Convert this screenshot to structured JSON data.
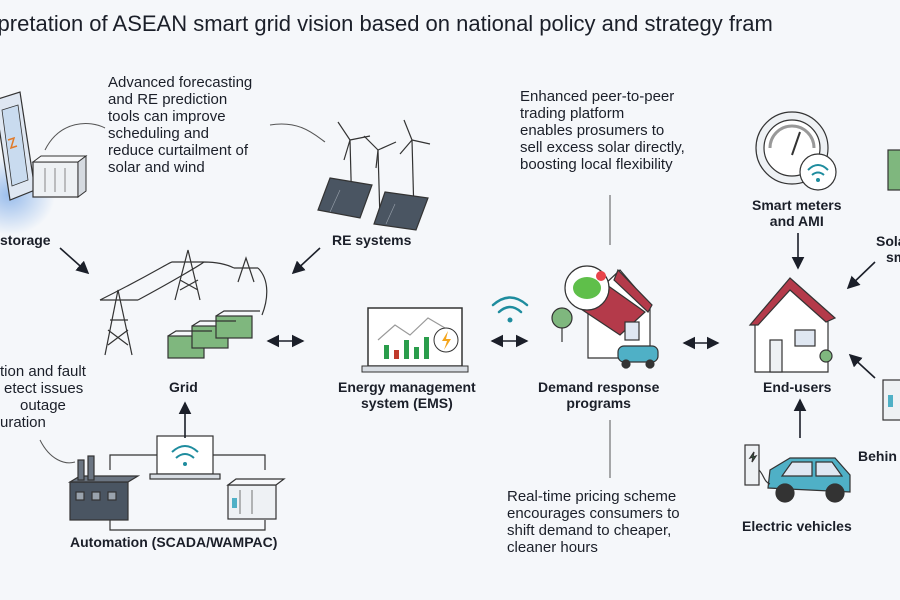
{
  "title": "erpretation of ASEAN smart grid vision based on national policy and strategy fram",
  "notes": {
    "forecasting": [
      "Advanced forecasting",
      "and RE prediction",
      "tools can improve",
      "scheduling and",
      "reduce curtailment of",
      "solar and wind"
    ],
    "p2p": [
      "Enhanced peer-to-peer",
      "trading platform",
      "enables prosumers to",
      "sell excess solar directly,",
      "boosting local flexibility"
    ],
    "pricing": [
      "Real-time pricing scheme",
      "encourages consumers to",
      "shift demand to cheaper,",
      "cleaner hours"
    ],
    "fault": [
      "tion and fault",
      "etect issues",
      "outage",
      "uration"
    ]
  },
  "labels": {
    "storage": "storage",
    "re_systems": "RE systems",
    "grid": "Grid",
    "ems": [
      "Energy management",
      "system (EMS)"
    ],
    "demand_response": [
      "Demand response",
      "programs"
    ],
    "end_users": "End-users",
    "smart_meters": [
      "Smart meters",
      "and AMI"
    ],
    "solar": [
      "Sola",
      "sm"
    ],
    "automation": "Automation (SCADA/WAMPAC)",
    "electric_vehicles": "Electric vehicles",
    "behind": "Behin"
  },
  "colors": {
    "roof": "#b43a4a",
    "battery": "#7fb77e",
    "chart_bar": "#2a9d4b",
    "chart_bar_red": "#c0392b",
    "lightning": "#f4a51c",
    "wifi": "#1e8c9e",
    "car": "#4fb0c6",
    "bubble": "#5fbf4a",
    "bubble_dot": "#e8434a"
  }
}
